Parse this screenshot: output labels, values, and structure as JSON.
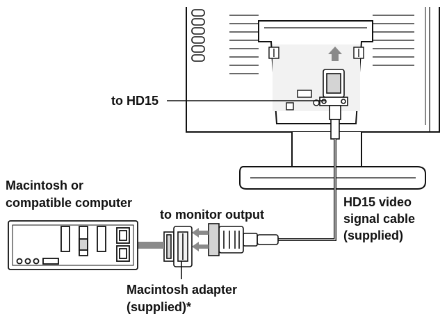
{
  "labels": {
    "to_hd15": "to HD15",
    "computer_line1": "Macintosh or",
    "computer_line2": "compatible computer",
    "monitor_output": "to monitor output",
    "cable_line1": "HD15 video",
    "cable_line2": "signal cable",
    "cable_line3": "(supplied)",
    "adapter_line1": "Macintosh adapter",
    "adapter_line2": "(supplied)*"
  },
  "colors": {
    "ink": "#111111",
    "arrow_gray": "#8a8a8a",
    "panel_gray": "#d4d4d4",
    "light_fill": "#f2f2f2",
    "white": "#ffffff"
  }
}
